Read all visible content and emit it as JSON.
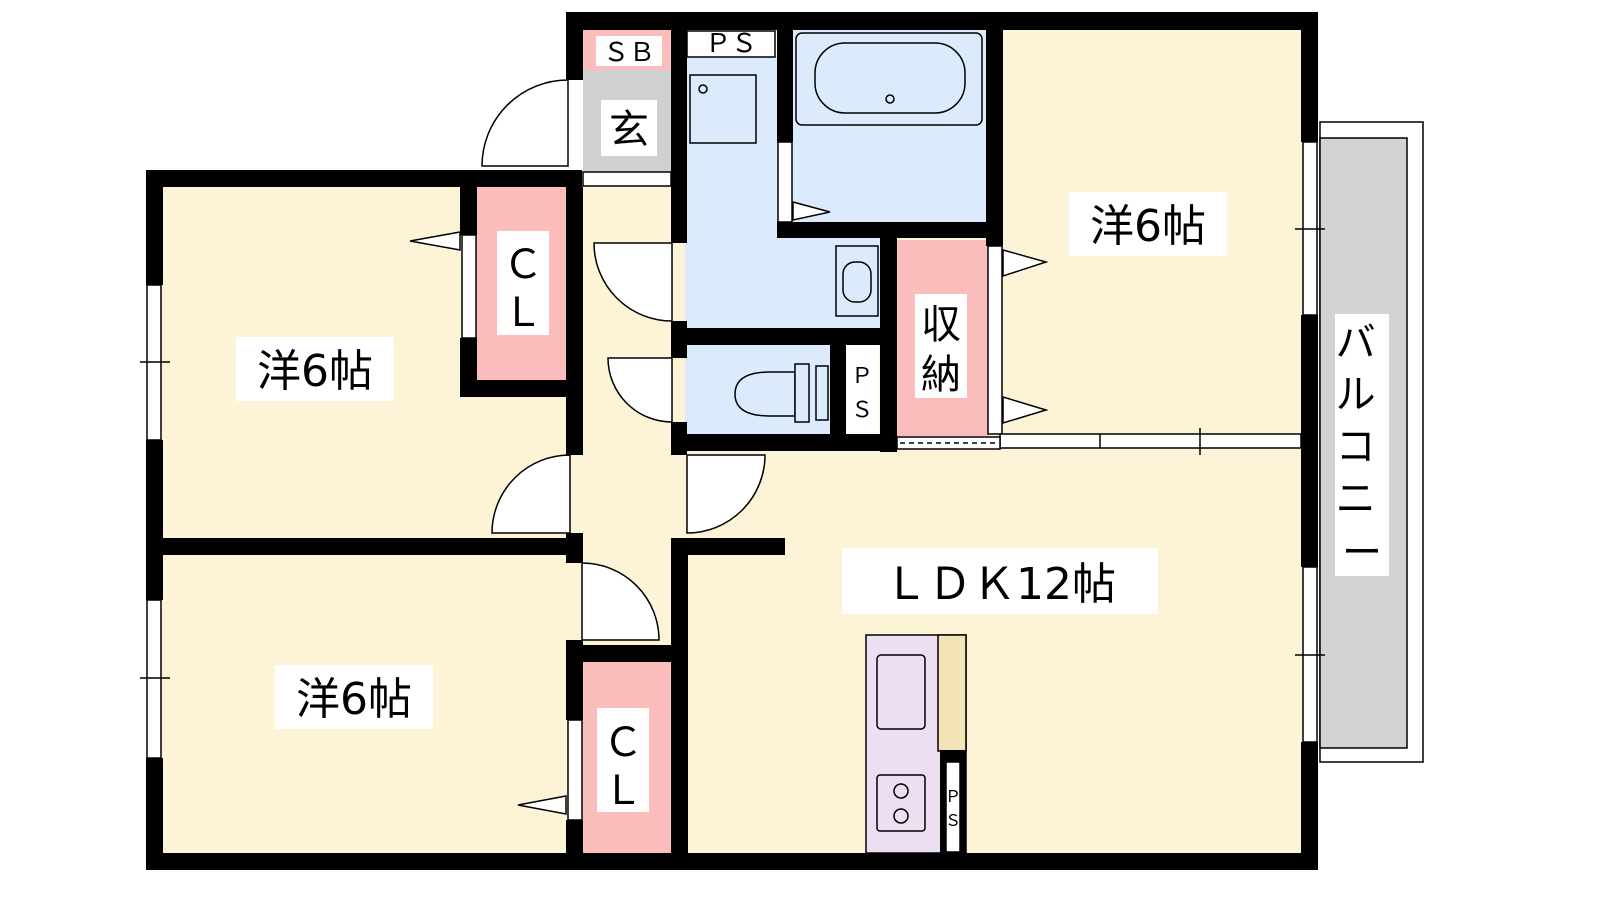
{
  "rooms": {
    "western_room_top_left": "洋6帖",
    "western_room_bottom_left": "洋6帖",
    "western_room_right": "洋6帖",
    "ldk": "ＬＤＫ12帖",
    "closet_top": "ＣＬ",
    "closet_bottom": "ＣＬ",
    "storage": "収納",
    "entrance": "玄",
    "shoe_box": "ＳＢ",
    "pipe_space_top": "ＰＳ",
    "pipe_space_toilet": "ＰＳ",
    "pipe_space_kitchen": "ＰＳ",
    "balcony": "バルコニー"
  },
  "colors": {
    "room_fill": "#fdf3d6",
    "wet_fill": "#dcebfc",
    "closet_fill": "#fbbcbc",
    "entrance_fill": "#d0d0d0",
    "balcony_fill": "#d3d3d3",
    "kitchen_fill": "#ecdff2",
    "counter_fill": "#f3e4b7",
    "wall": "#000000"
  }
}
